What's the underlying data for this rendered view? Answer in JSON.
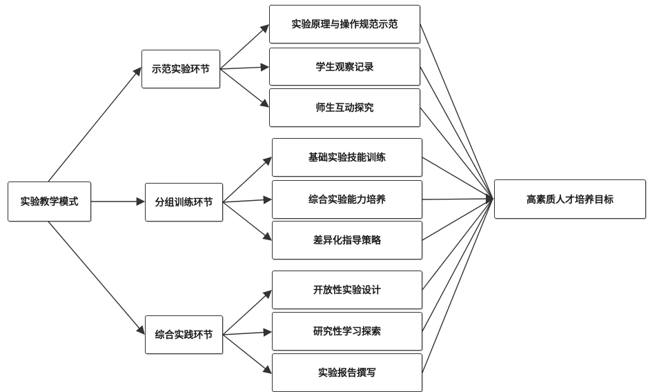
{
  "diagram": {
    "root": "实验教学模式",
    "stages": [
      {
        "label": "示范实验环节",
        "items": [
          "实验原理与操作规范示范",
          "学生观察记录",
          "师生互动探究"
        ]
      },
      {
        "label": "分组训练环节",
        "items": [
          "基础实验技能训练",
          "综合实验能力培养",
          "差异化指导策略"
        ]
      },
      {
        "label": "综合实践环节",
        "items": [
          "开放性实验设计",
          "研究性学习探索",
          "实验报告撰写"
        ]
      }
    ],
    "goal": "高素质人才培养目标"
  },
  "colors": {
    "line": "#333333",
    "box_border": "#333333",
    "text": "#1a1a1a",
    "background": "#ffffff"
  }
}
